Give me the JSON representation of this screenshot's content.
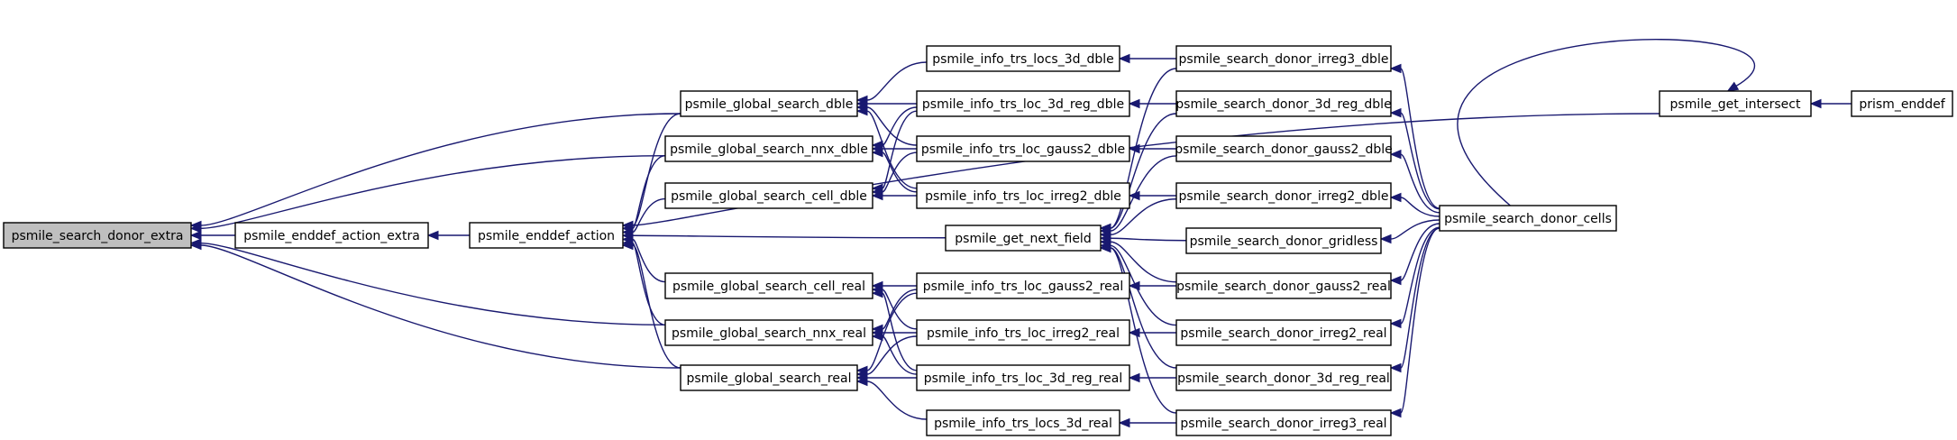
{
  "graph": {
    "colors": {
      "edge": "#191970",
      "root_fill": "#bfbfbf",
      "node_fill": "#ffffff",
      "node_border": "#000000"
    },
    "nodes": {
      "donor_extra": "psmile_search_donor_extra",
      "enddef_action_extra": "psmile_enddef_action_extra",
      "enddef_action": "psmile_enddef_action",
      "global_search_dble": "psmile_global_search_dble",
      "global_search_nnx_dble": "psmile_global_search_nnx_dble",
      "global_search_cell_dble": "psmile_global_search_cell_dble",
      "global_search_cell_real": "psmile_global_search_cell_real",
      "global_search_nnx_real": "psmile_global_search_nnx_real",
      "global_search_real": "psmile_global_search_real",
      "get_next_field": "psmile_get_next_field",
      "info_locs_3d_dble": "psmile_info_trs_locs_3d_dble",
      "info_loc_3d_reg_dble": "psmile_info_trs_loc_3d_reg_dble",
      "info_loc_gauss2_dble": "psmile_info_trs_loc_gauss2_dble",
      "info_loc_irreg2_dble": "psmile_info_trs_loc_irreg2_dble",
      "info_loc_gauss2_real": "psmile_info_trs_loc_gauss2_real",
      "info_loc_irreg2_real": "psmile_info_trs_loc_irreg2_real",
      "info_loc_3d_reg_real": "psmile_info_trs_loc_3d_reg_real",
      "info_locs_3d_real": "psmile_info_trs_locs_3d_real",
      "donor_irreg3_dble": "psmile_search_donor_irreg3_dble",
      "donor_3d_reg_dble": "psmile_search_donor_3d_reg_dble",
      "donor_gauss2_dble": "psmile_search_donor_gauss2_dble",
      "donor_irreg2_dble": "psmile_search_donor_irreg2_dble",
      "donor_gridless": "psmile_search_donor_gridless",
      "donor_gauss2_real": "psmile_search_donor_gauss2_real",
      "donor_irreg2_real": "psmile_search_donor_irreg2_real",
      "donor_3d_reg_real": "psmile_search_donor_3d_reg_real",
      "donor_irreg3_real": "psmile_search_donor_irreg3_real",
      "donor_cells": "psmile_search_donor_cells",
      "get_intersect": "psmile_get_intersect",
      "prism_enddef": "prism_enddef"
    }
  }
}
